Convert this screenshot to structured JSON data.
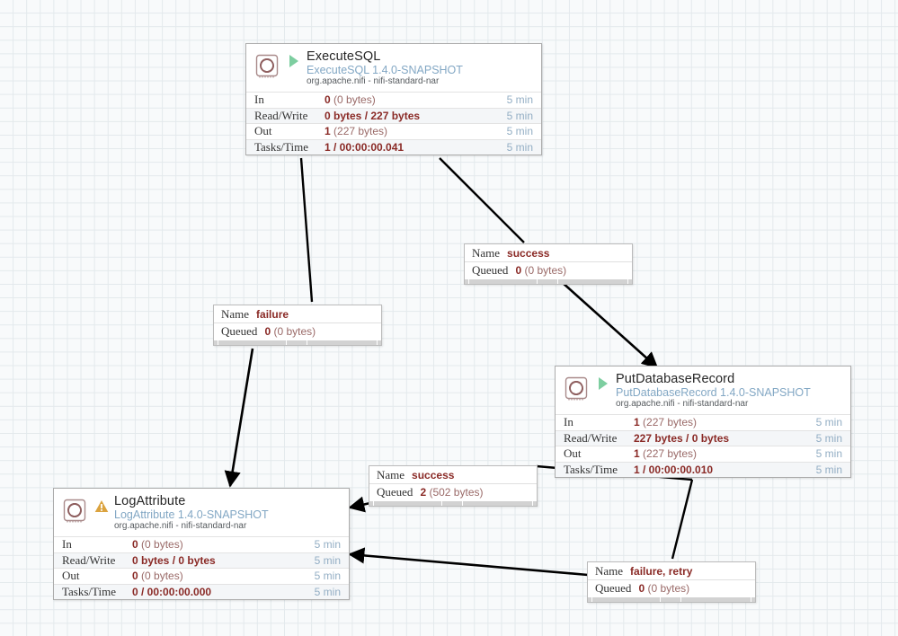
{
  "canvas": {
    "grid_color": "#e3e9ec",
    "background": "#f8fafb"
  },
  "processors": [
    {
      "id": "executesql",
      "name": "ExecuteSQL",
      "type": "ExecuteSQL 1.4.0-SNAPSHOT",
      "bundle": "org.apache.nifi - nifi-standard-nar",
      "state": "running",
      "state_icon": "play-icon",
      "stats": [
        {
          "label": "In",
          "bold": "0",
          "rest": " (0 bytes)",
          "time": "5 min"
        },
        {
          "label": "Read/Write",
          "bold": "0 bytes / 227 bytes",
          "rest": "",
          "time": "5 min"
        },
        {
          "label": "Out",
          "bold": "1",
          "rest": " (227 bytes)",
          "time": "5 min"
        },
        {
          "label": "Tasks/Time",
          "bold": "1 / 00:00:00.041",
          "rest": "",
          "time": "5 min"
        }
      ]
    },
    {
      "id": "putdatabaserecord",
      "name": "PutDatabaseRecord",
      "type": "PutDatabaseRecord 1.4.0-SNAPSHOT",
      "bundle": "org.apache.nifi - nifi-standard-nar",
      "state": "running",
      "state_icon": "play-icon",
      "stats": [
        {
          "label": "In",
          "bold": "1",
          "rest": " (227 bytes)",
          "time": "5 min"
        },
        {
          "label": "Read/Write",
          "bold": "227 bytes / 0 bytes",
          "rest": "",
          "time": "5 min"
        },
        {
          "label": "Out",
          "bold": "1",
          "rest": " (227 bytes)",
          "time": "5 min"
        },
        {
          "label": "Tasks/Time",
          "bold": "1 / 00:00:00.010",
          "rest": "",
          "time": "5 min"
        }
      ]
    },
    {
      "id": "logattribute",
      "name": "LogAttribute",
      "type": "LogAttribute 1.4.0-SNAPSHOT",
      "bundle": "org.apache.nifi - nifi-standard-nar",
      "state": "invalid",
      "state_icon": "warning-icon",
      "stats": [
        {
          "label": "In",
          "bold": "0",
          "rest": " (0 bytes)",
          "time": "5 min"
        },
        {
          "label": "Read/Write",
          "bold": "0 bytes / 0 bytes",
          "rest": "",
          "time": "5 min"
        },
        {
          "label": "Out",
          "bold": "0",
          "rest": " (0 bytes)",
          "time": "5 min"
        },
        {
          "label": "Tasks/Time",
          "bold": "0 / 00:00:00.000",
          "rest": "",
          "time": "5 min"
        }
      ]
    }
  ],
  "connections": [
    {
      "id": "conn-success-top",
      "name_key": "Name",
      "name": "success",
      "queued_key": "Queued",
      "queued_bold": "0",
      "queued_rest": " (0 bytes)"
    },
    {
      "id": "conn-failure-left",
      "name_key": "Name",
      "name": "failure",
      "queued_key": "Queued",
      "queued_bold": "0",
      "queued_rest": " (0 bytes)"
    },
    {
      "id": "conn-success-mid",
      "name_key": "Name",
      "name": "success",
      "queued_key": "Queued",
      "queued_bold": "2",
      "queued_rest": " (502 bytes)"
    },
    {
      "id": "conn-failure-retry",
      "name_key": "Name",
      "name": "failure, retry",
      "queued_key": "Queued",
      "queued_bold": "0",
      "queued_rest": " (0 bytes)"
    }
  ],
  "colors": {
    "running_green": "#7dcea0",
    "warning_amber": "#d9a43b",
    "stat_red": "#8a2a26",
    "type_blue": "#82a7c4",
    "time_blue": "#93aec4",
    "chip_outline": "#a98a8a"
  }
}
